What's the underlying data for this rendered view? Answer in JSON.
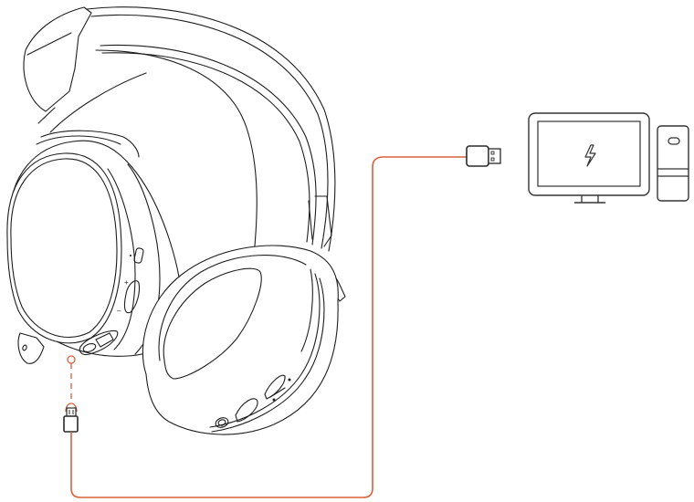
{
  "diagram": {
    "type": "connection-illustration",
    "description": "Wireless headset charging connection to PC via USB-C to USB-A cable",
    "nodes": [
      {
        "id": "headset",
        "label": "",
        "icon": "headset-icon"
      },
      {
        "id": "usb-c-connector",
        "label": "",
        "icon": "usb-c-plug-icon"
      },
      {
        "id": "usb-a-connector",
        "label": "",
        "icon": "usb-a-plug-icon"
      },
      {
        "id": "pc-monitor",
        "label": "",
        "icon": "monitor-icon"
      },
      {
        "id": "pc-tower",
        "label": "",
        "icon": "pc-tower-icon"
      },
      {
        "id": "charging-indicator",
        "label": "",
        "icon": "lightning-bolt-icon"
      }
    ],
    "edges": [
      {
        "from": "headset",
        "to": "usb-c-connector",
        "style": "dashed"
      },
      {
        "from": "usb-c-connector",
        "to": "usb-a-connector",
        "style": "solid"
      },
      {
        "from": "usb-a-connector",
        "to": "pc-tower",
        "style": "implied"
      }
    ],
    "headset_controls": {
      "volume_plus": "+",
      "volume_minus": "–"
    }
  },
  "colors": {
    "cable": "#d9603a",
    "line_art": "#1e1e1e",
    "background": "#ffffff"
  }
}
